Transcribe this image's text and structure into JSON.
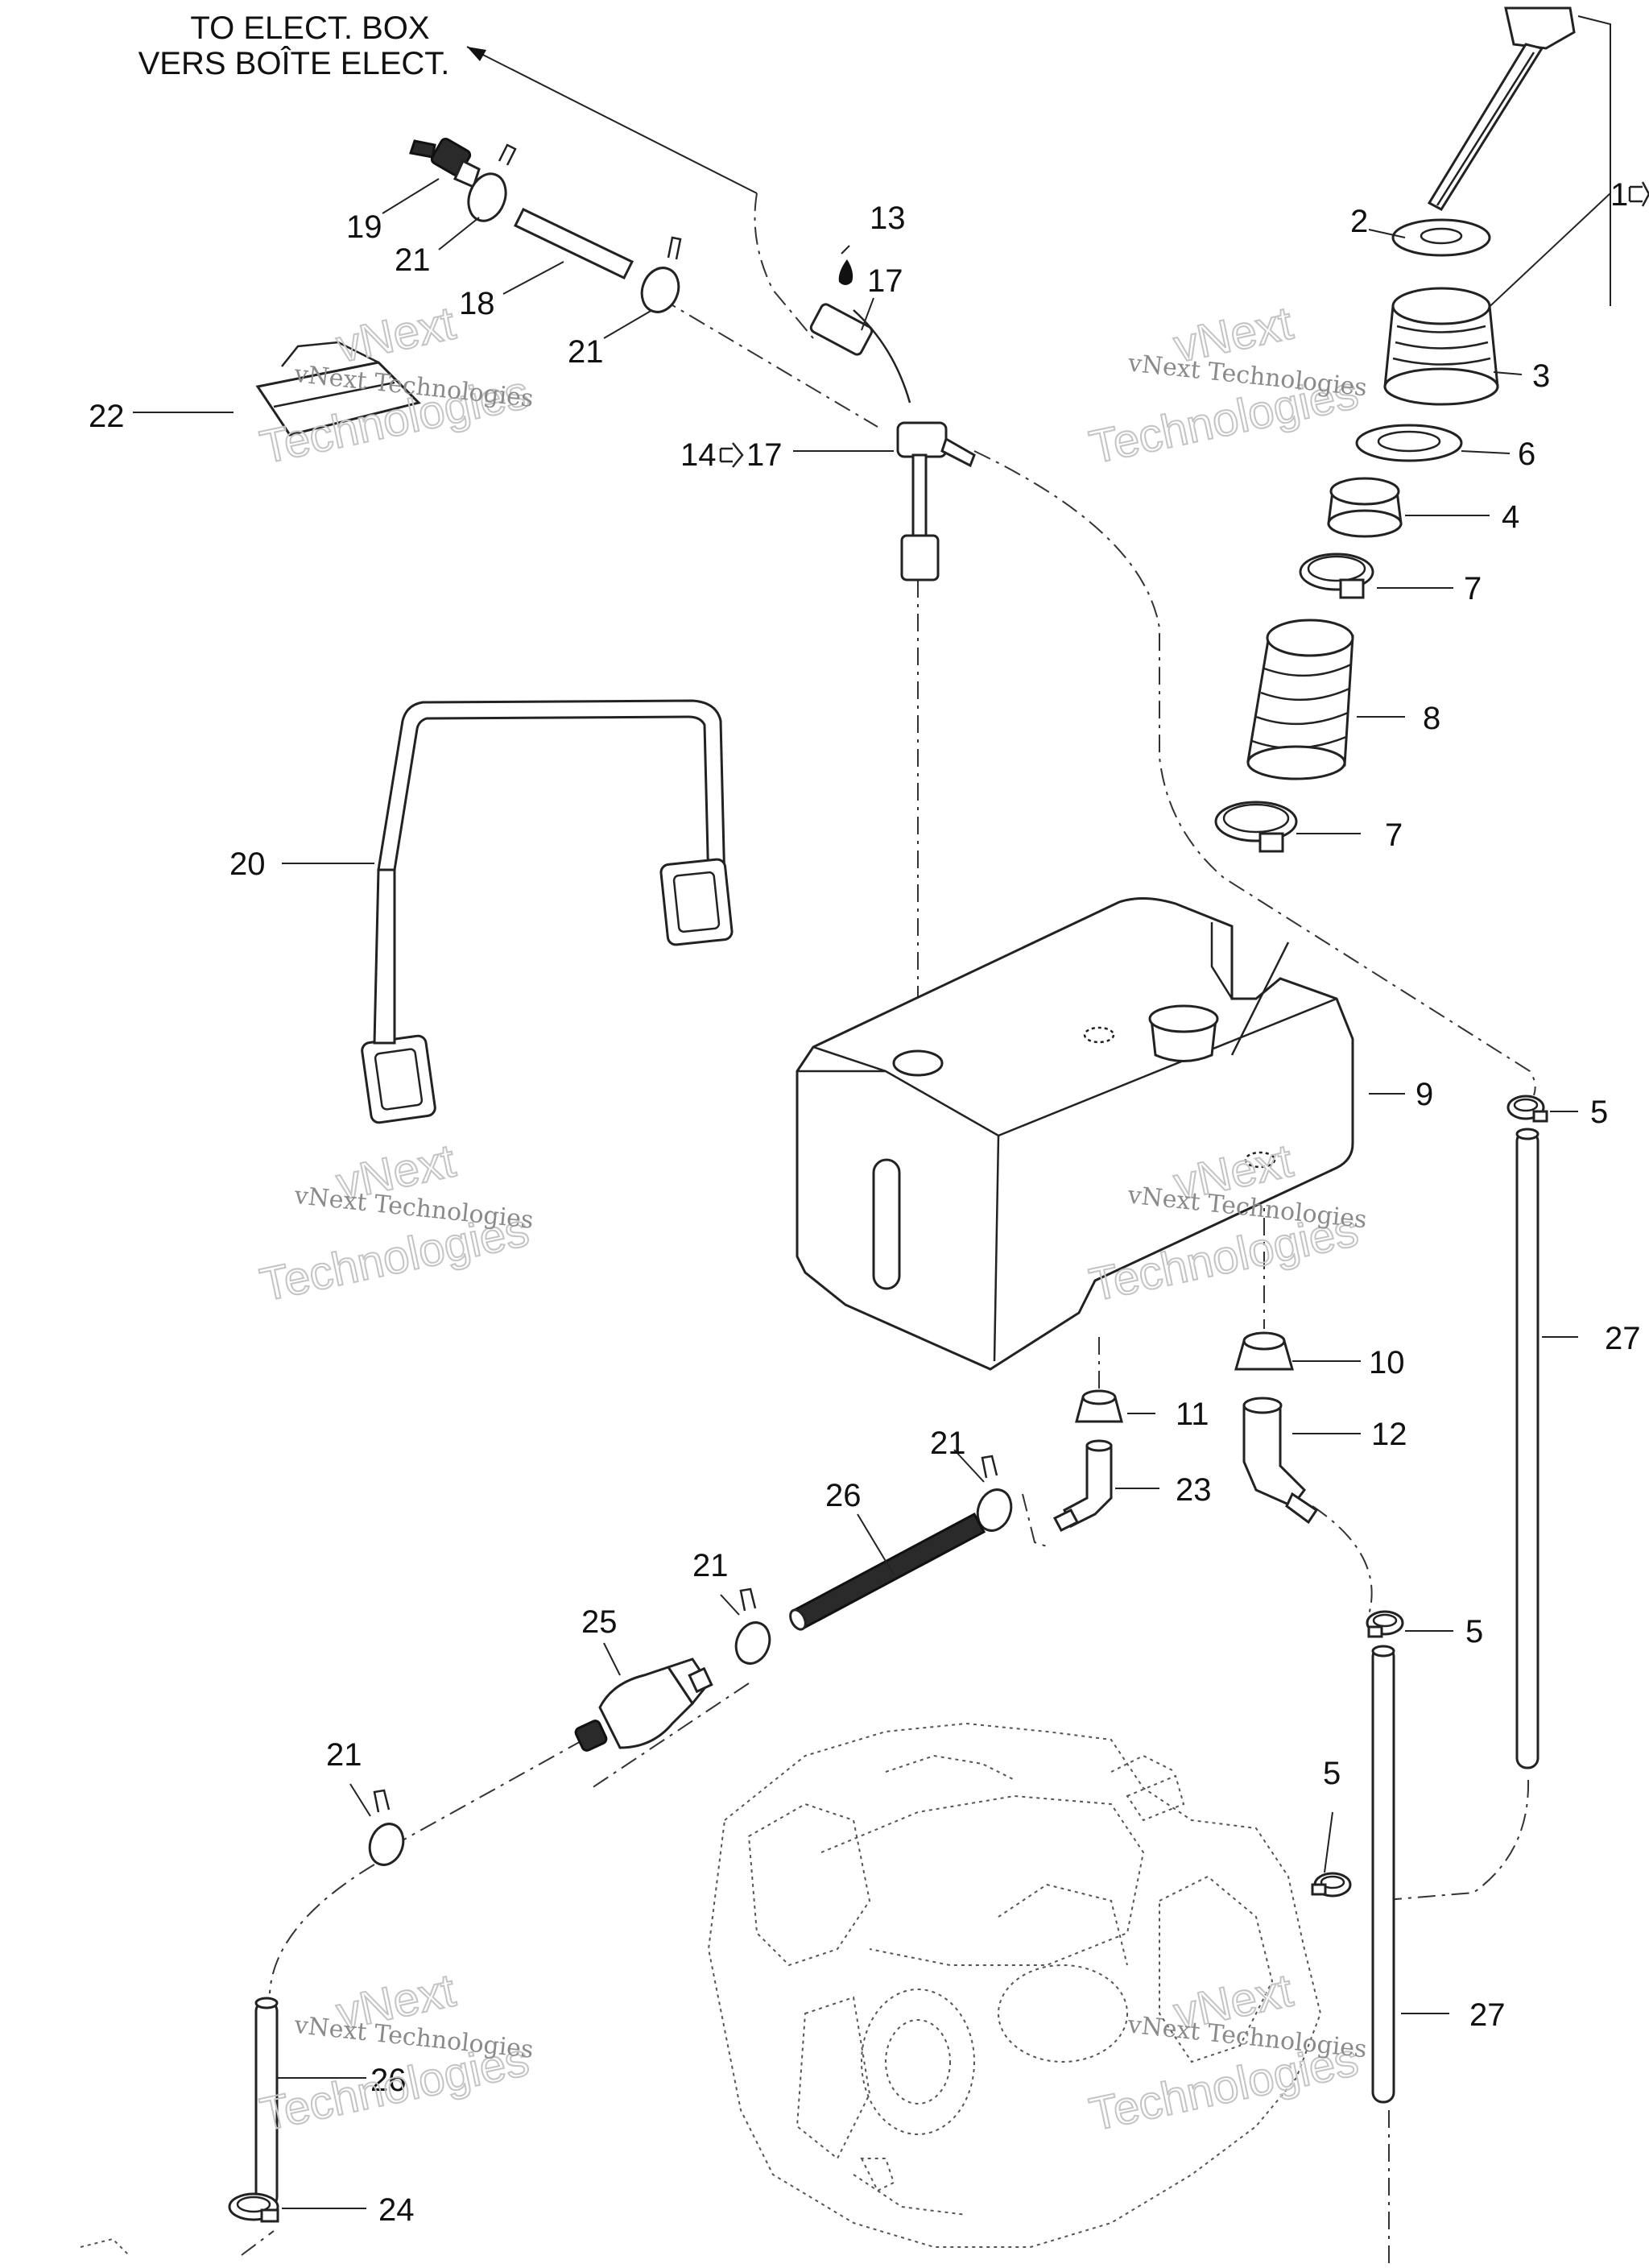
{
  "header_note": {
    "line1": "TO ELECT. BOX",
    "line2": "VERS BOÎTE ELECT."
  },
  "callouts": {
    "c1": "1",
    "c2": "2",
    "c3": "3",
    "c4": "4",
    "c5a": "5",
    "c5b": "5",
    "c5c": "5",
    "c6": "6",
    "c7a": "7",
    "c7b": "7",
    "c8": "8",
    "c9": "9",
    "c10": "10",
    "c11": "11",
    "c12": "12",
    "c13": "13",
    "c14_17": "14",
    "c14_17_end": "17",
    "c17": "17",
    "c18": "18",
    "c19": "19",
    "c20": "20",
    "c21a": "21",
    "c21b": "21",
    "c21c": "21",
    "c21d": "21",
    "c21e": "21",
    "c22": "22",
    "c23": "23",
    "c24": "24",
    "c25": "25",
    "c26a": "26",
    "c26b": "26",
    "c27a": "27",
    "c27b": "27"
  },
  "watermark": {
    "small": "vNext Technologies",
    "big": "Technologies",
    "big_top": "vNext"
  }
}
